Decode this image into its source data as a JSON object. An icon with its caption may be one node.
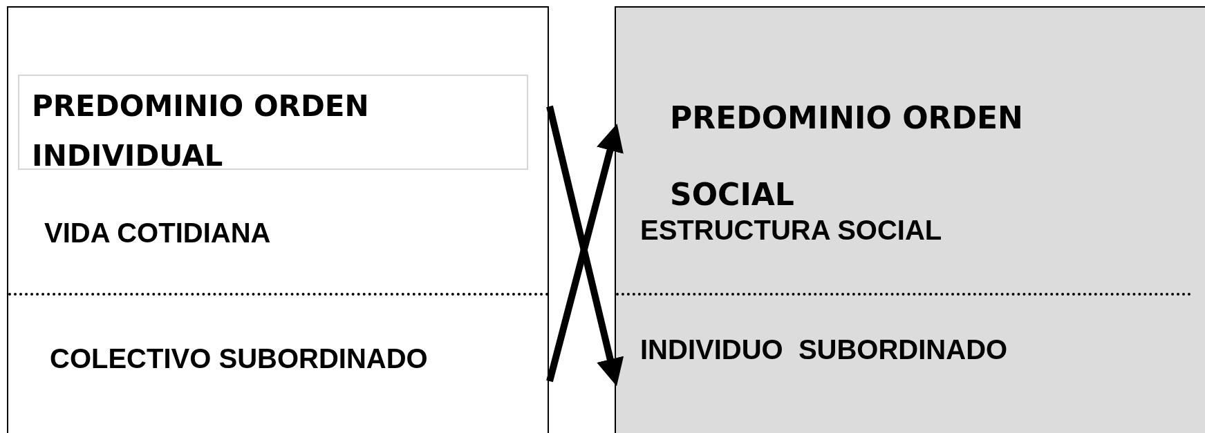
{
  "diagram": {
    "nodes": [
      {
        "text": [
          "VIDA COTIDIANA",
          "COLECTIVO SUBORDINADO"
        ]
      },
      {
        "text": [
          "PREDOMINIO ORDEN INDIVIDUAL"
        ],
        "in": 0
      },
      {
        "text": [
          "PREDOMINIO ORDEN SOCIAL",
          "ESTRUCTURA SOCIAL",
          "INDIVIDUO  SUBORDINADO"
        ]
      }
    ],
    "edges": [
      {
        "from": 0,
        "to": 2,
        "arrow": "to"
      },
      {
        "from": 0,
        "to": 2,
        "arrow": "to"
      }
    ]
  }
}
